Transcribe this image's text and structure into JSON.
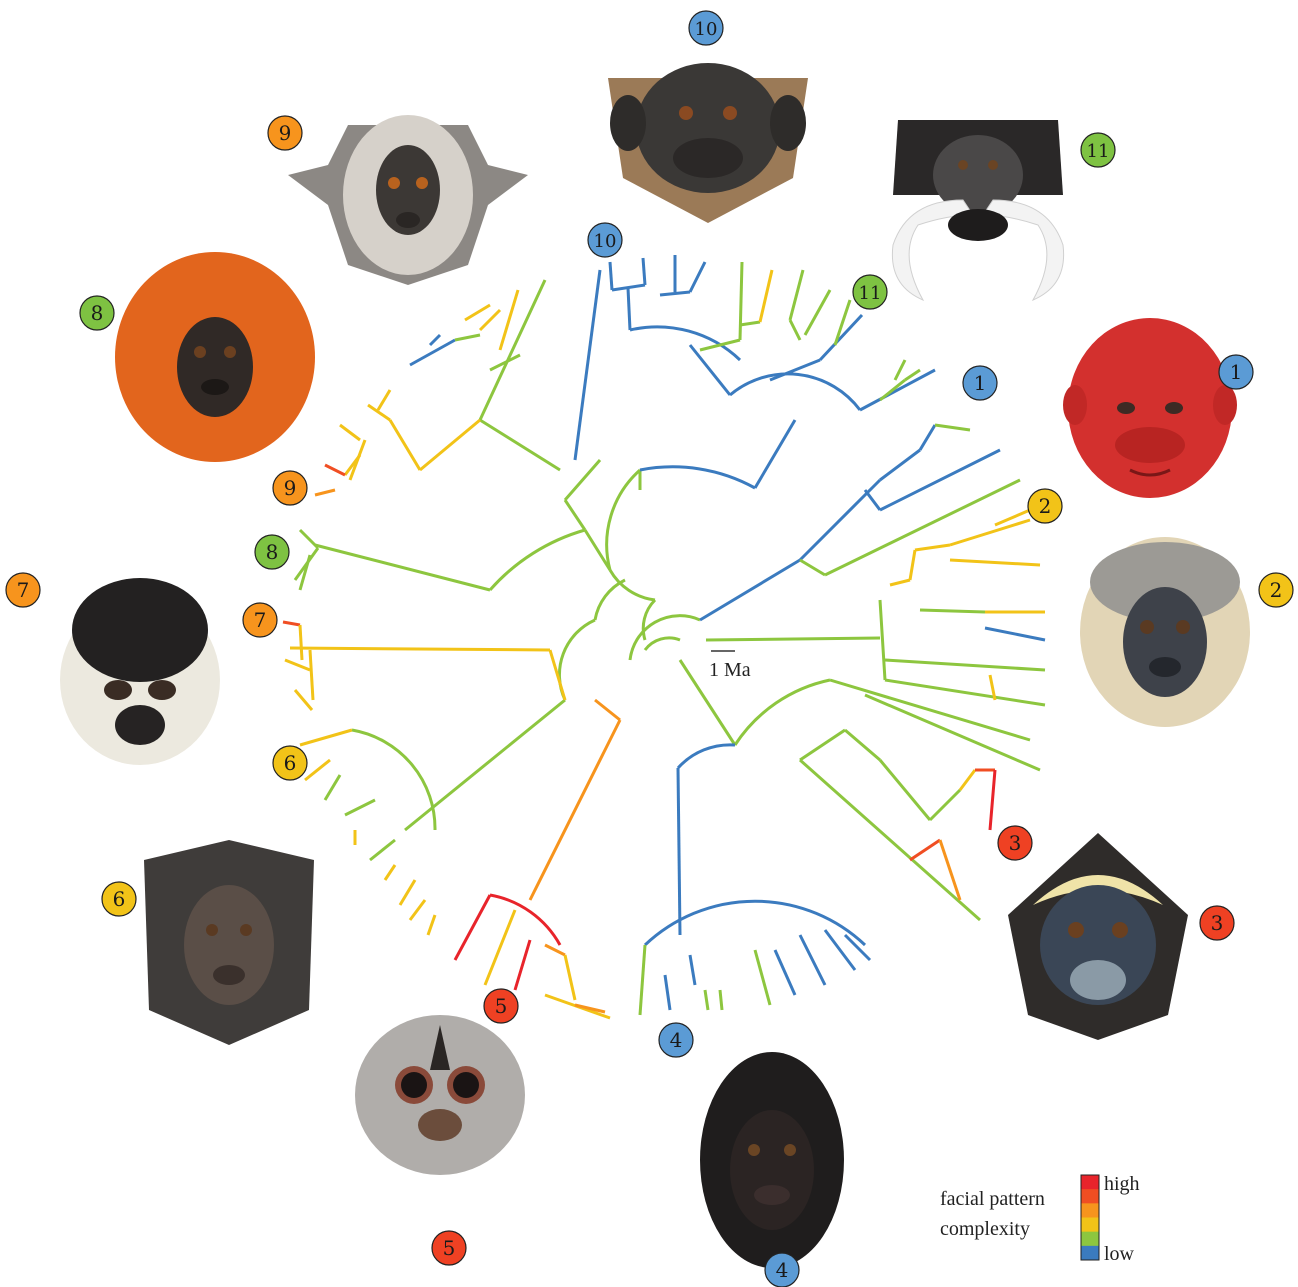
{
  "colors": {
    "high": "#e8242b",
    "orange_red": "#f04e23",
    "orange": "#f7941d",
    "yellow": "#f2c318",
    "green": "#8dc63f",
    "blue": "#3b7bbf",
    "badge_blue": "#5b9bd5",
    "badge_green": "#7ec242",
    "badge_yellow": "#f2c318",
    "badge_orange": "#f7941d",
    "badge_red": "#ef4123"
  },
  "scale_bar": {
    "label": "1 Ma"
  },
  "legend": {
    "title_line1": "facial pattern",
    "title_line2": "complexity",
    "high": "high",
    "low": "low",
    "gradient": [
      "#e8242b",
      "#f04e23",
      "#f7941d",
      "#f2c318",
      "#8dc63f",
      "#3b7bbf"
    ]
  },
  "clades": [
    {
      "id": "1",
      "label": "1",
      "color_level": "blue"
    },
    {
      "id": "2",
      "label": "2",
      "color_level": "yellow"
    },
    {
      "id": "3",
      "label": "3",
      "color_level": "red"
    },
    {
      "id": "4",
      "label": "4",
      "color_level": "blue"
    },
    {
      "id": "5",
      "label": "5",
      "color_level": "red"
    },
    {
      "id": "6",
      "label": "6",
      "color_level": "yellow"
    },
    {
      "id": "7",
      "label": "7",
      "color_level": "orange"
    },
    {
      "id": "8",
      "label": "8",
      "color_level": "green"
    },
    {
      "id": "9",
      "label": "9",
      "color_level": "orange"
    },
    {
      "id": "10",
      "label": "10",
      "color_level": "blue"
    },
    {
      "id": "11",
      "label": "11",
      "color_level": "green"
    }
  ],
  "faces": [
    {
      "id": "1",
      "name": "red-faced-primate-portrait",
      "fur": "#c9c6c4",
      "skin": "#d32f2f"
    },
    {
      "id": "2",
      "name": "pale-bearded-primate-portrait",
      "fur": "#d9ccae",
      "skin": "#3a3d45"
    },
    {
      "id": "3",
      "name": "masked-primate-portrait",
      "fur": "#2e2b2a",
      "skin": "#3b4653"
    },
    {
      "id": "4",
      "name": "black-primate-portrait",
      "fur": "#1e1c1c",
      "skin": "#2a2422"
    },
    {
      "id": "5",
      "name": "owl-monkey-portrait",
      "fur": "#a8a5a2",
      "skin": "#6b4d3c"
    },
    {
      "id": "6",
      "name": "tufted-primate-portrait",
      "fur": "#3d3a38",
      "skin": "#4a3e38"
    },
    {
      "id": "7",
      "name": "squirrel-monkey-portrait",
      "fur": "#ece9df",
      "skin": "#252222"
    },
    {
      "id": "8",
      "name": "golden-maned-primate-portrait",
      "fur": "#e0631c",
      "skin": "#2e2826"
    },
    {
      "id": "9",
      "name": "tufted-ear-marmoset-portrait",
      "fur": "#cfcac3",
      "skin": "#3c3835"
    },
    {
      "id": "10",
      "name": "dark-tamarin-portrait",
      "fur": "#3a3836",
      "skin": "#2b2827"
    },
    {
      "id": "11",
      "name": "moustached-tamarin-portrait",
      "fur": "#2a2828",
      "skin": "#3c3a3a"
    }
  ]
}
